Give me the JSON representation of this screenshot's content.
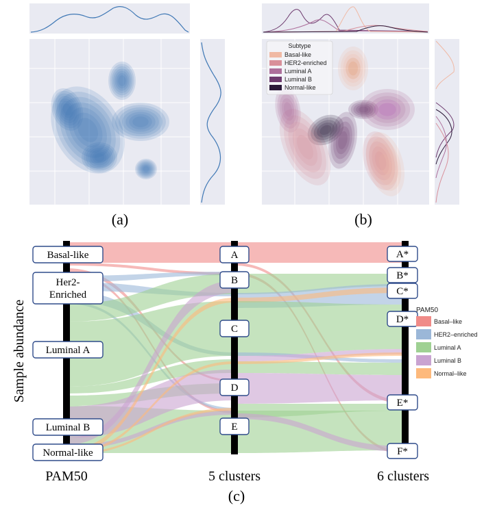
{
  "chart_data": [
    {
      "type": "kde-2d",
      "panel_label": "(a)",
      "series": [
        {
          "name": "",
          "color": "#3f78b5"
        }
      ]
    },
    {
      "type": "kde-2d",
      "panel_label": "(b)",
      "legend_title": "Subtype",
      "series": [
        {
          "name": "Basal-like",
          "color": "#f0b9a4"
        },
        {
          "name": "HER2-enriched",
          "color": "#d9909a"
        },
        {
          "name": "Luminal A",
          "color": "#ad6f9b"
        },
        {
          "name": "Luminal B",
          "color": "#6d3a6e"
        },
        {
          "name": "Normal-like",
          "color": "#2a1838"
        }
      ]
    },
    {
      "type": "alluvial",
      "panel_label": "(c)",
      "ylabel": "Sample abundance",
      "axes": [
        "PAM50",
        "5 clusters",
        "6 clusters"
      ],
      "legend_title": "PAM50",
      "categories": [
        {
          "name": "Basal–like",
          "color": "#f08b88"
        },
        {
          "name": "HER2–enriched",
          "color": "#9bb7d8"
        },
        {
          "name": "Luminal A",
          "color": "#9fd193"
        },
        {
          "name": "Luminal B",
          "color": "#c9a3d1"
        },
        {
          "name": "Normal–like",
          "color": "#fdb97c"
        }
      ],
      "pam50_nodes": [
        "Basal-like",
        "Her2-Enriched",
        "Luminal A",
        "Luminal B",
        "Normal-like"
      ],
      "cluster5_nodes": [
        "A",
        "B",
        "C",
        "D",
        "E"
      ],
      "cluster6_nodes": [
        "A*",
        "B*",
        "C*",
        "D*",
        "E*",
        "F*"
      ]
    }
  ]
}
